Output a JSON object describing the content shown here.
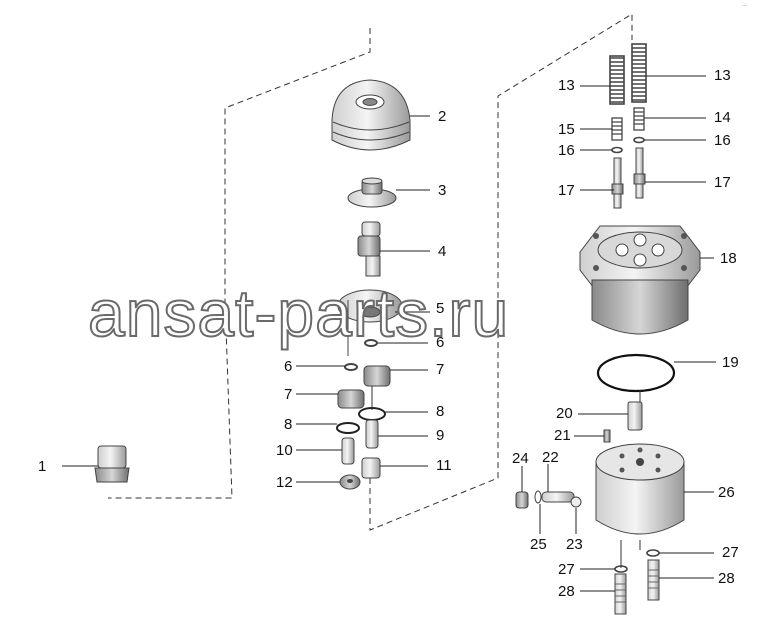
{
  "watermark": "ansat-parts.ru",
  "corner_mark": "—",
  "labels": [
    "1",
    "2",
    "3",
    "4",
    "5",
    "6",
    "6",
    "7",
    "7",
    "8",
    "8",
    "9",
    "10",
    "11",
    "12",
    "13",
    "13",
    "14",
    "15",
    "16",
    "16",
    "17",
    "17",
    "18",
    "19",
    "20",
    "21",
    "22",
    "23",
    "24",
    "25",
    "26",
    "27",
    "27",
    "28",
    "28"
  ]
}
